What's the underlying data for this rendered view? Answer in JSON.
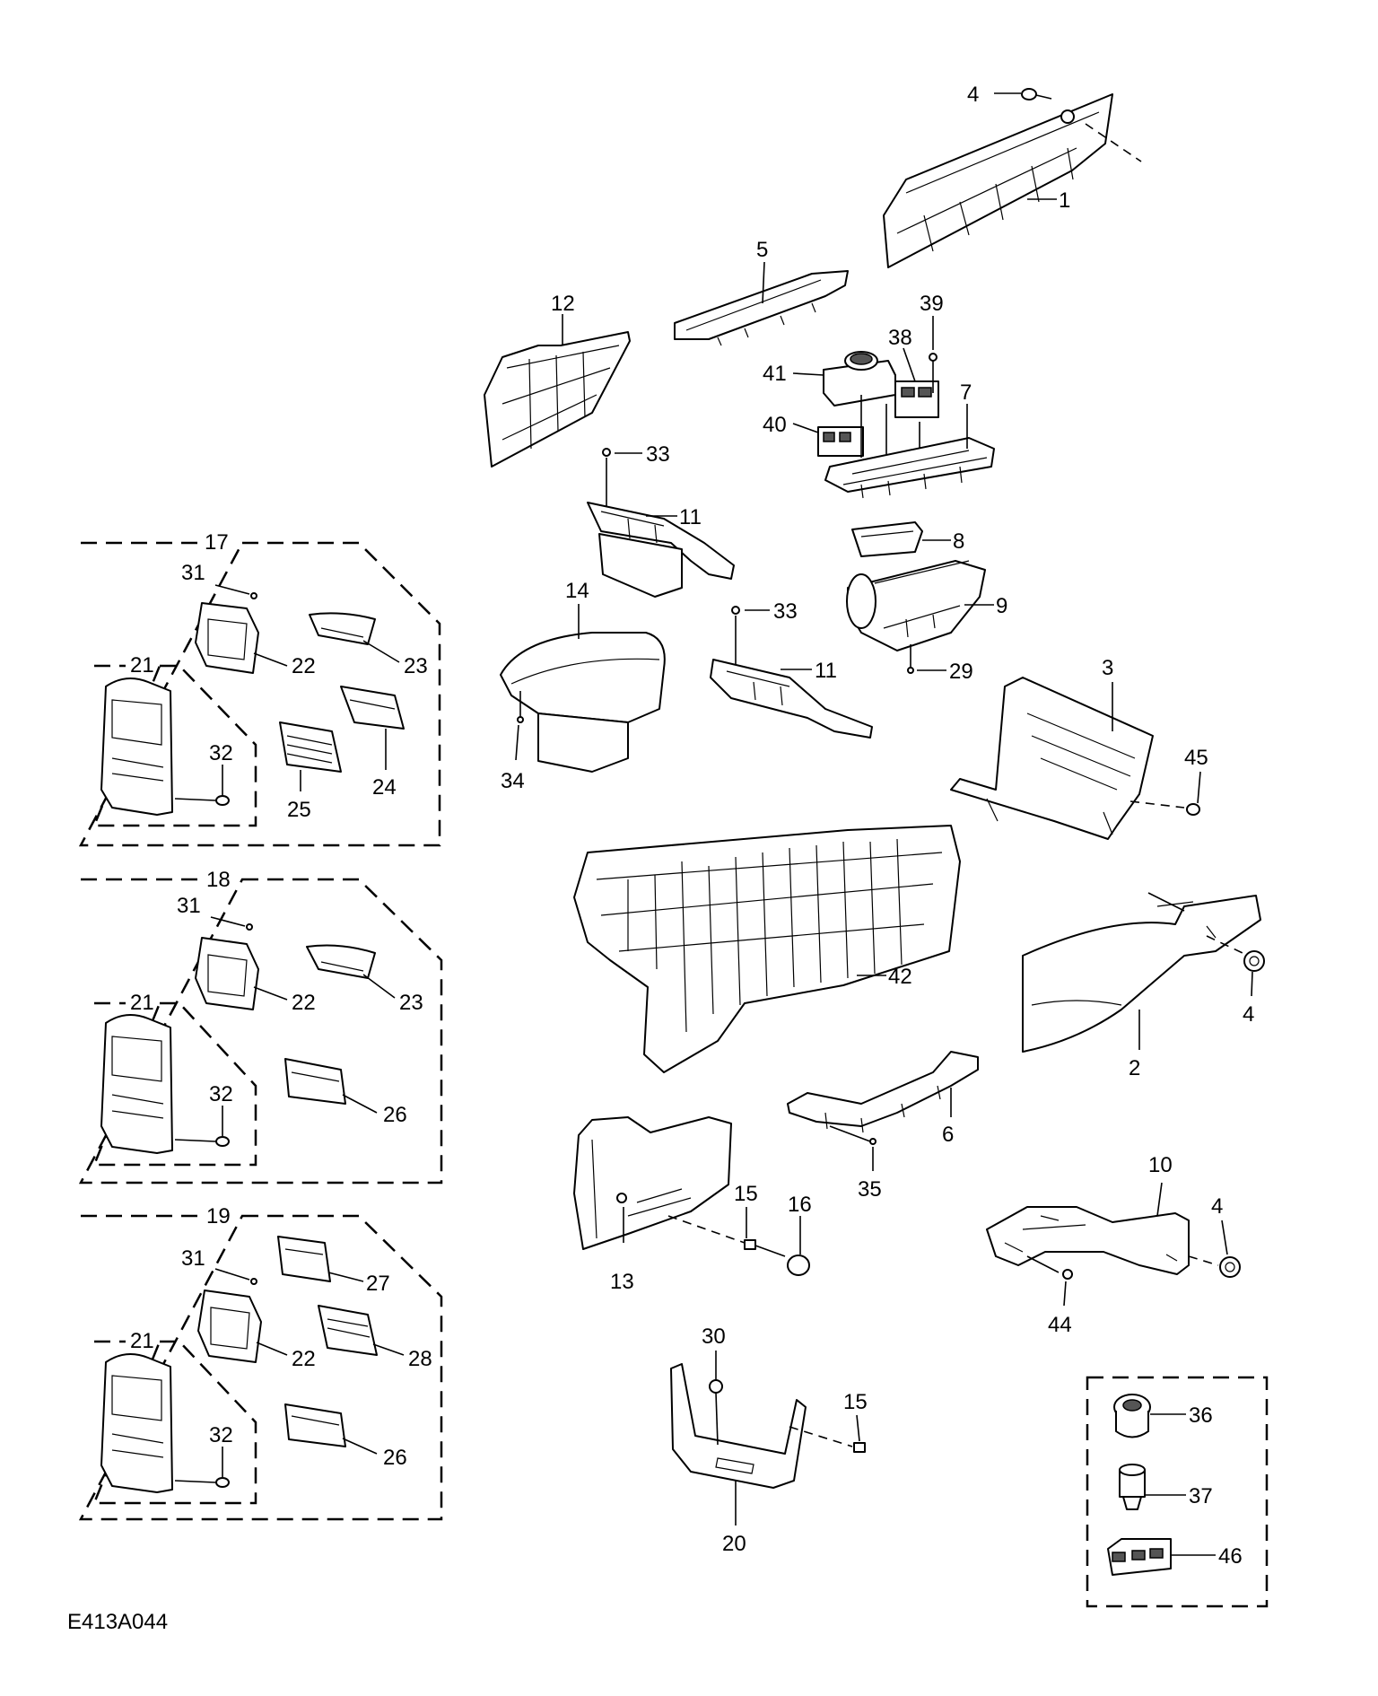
{
  "diagram": {
    "code": "E413A044",
    "callouts": {
      "p1": "1",
      "p2": "2",
      "p3": "3",
      "p4a": "4",
      "p4b": "4",
      "p4c": "4",
      "p5": "5",
      "p6": "6",
      "p7": "7",
      "p8": "8",
      "p9": "9",
      "p10": "10",
      "p11a": "11",
      "p11b": "11",
      "p12": "12",
      "p13": "13",
      "p14": "14",
      "p15a": "15",
      "p15b": "15",
      "p16": "16",
      "p17": "17",
      "p18": "18",
      "p19": "19",
      "p20": "20",
      "p21a": "21",
      "p21b": "21",
      "p21c": "21",
      "p22a": "22",
      "p22b": "22",
      "p22c": "22",
      "p23a": "23",
      "p23b": "23",
      "p24": "24",
      "p25": "25",
      "p26a": "26",
      "p26b": "26",
      "p27": "27",
      "p28": "28",
      "p29": "29",
      "p30": "30",
      "p31a": "31",
      "p31b": "31",
      "p31c": "31",
      "p32a": "32",
      "p32b": "32",
      "p32c": "32",
      "p33a": "33",
      "p33b": "33",
      "p34": "34",
      "p35": "35",
      "p36": "36",
      "p37": "37",
      "p38": "38",
      "p39": "39",
      "p40": "40",
      "p41": "41",
      "p42": "42",
      "p44": "44",
      "p45": "45",
      "p46": "46"
    }
  }
}
